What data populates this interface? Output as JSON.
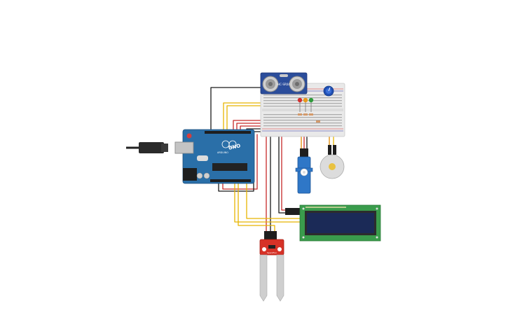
{
  "components": {
    "arduino": {
      "brand": "ARDUINO",
      "model": "UNO"
    },
    "ultrasonic": {
      "label": "HC-SR04"
    },
    "soil_sensor": {
      "label": "SparkFun"
    }
  },
  "colors": {
    "arduino_board": "#2a6fa8",
    "wire_black": "#1a1a1a",
    "wire_red": "#c62828",
    "wire_yellow": "#e8b500",
    "wire_orange": "#e28a00",
    "lcd_board": "#3a9c4c",
    "lcd_screen": "#1b2a57",
    "soil_board": "#d63227",
    "servo_body": "#2f77c7",
    "breadboard": "#e9e9e9"
  }
}
